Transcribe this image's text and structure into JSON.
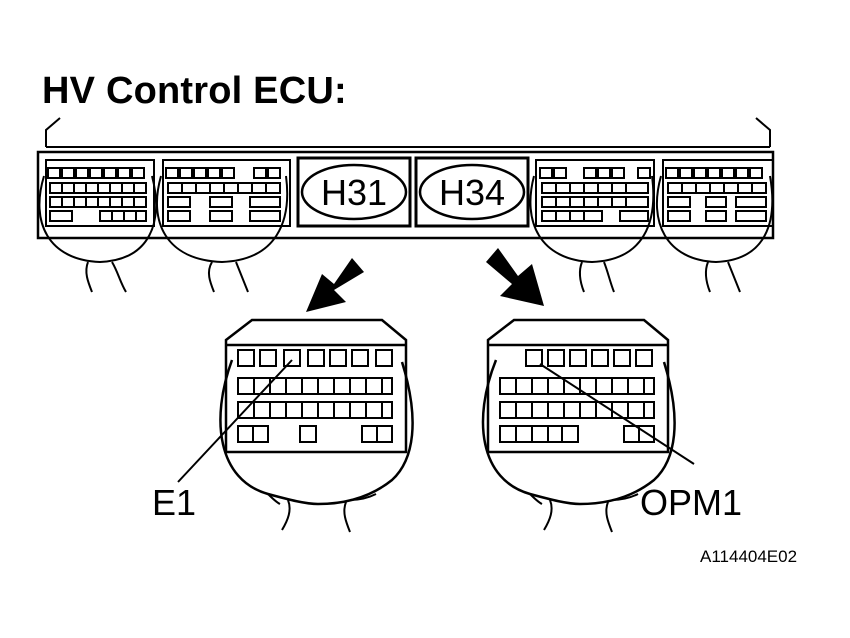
{
  "diagram": {
    "title": "HV Control ECU:",
    "connectors": [
      {
        "id": "H31",
        "label": "H31"
      },
      {
        "id": "H34",
        "label": "H34"
      }
    ],
    "terminals": [
      {
        "label": "E1",
        "connector": "H31"
      },
      {
        "label": "OPM1",
        "connector": "H34"
      }
    ],
    "figure_id": "A114404E02"
  }
}
